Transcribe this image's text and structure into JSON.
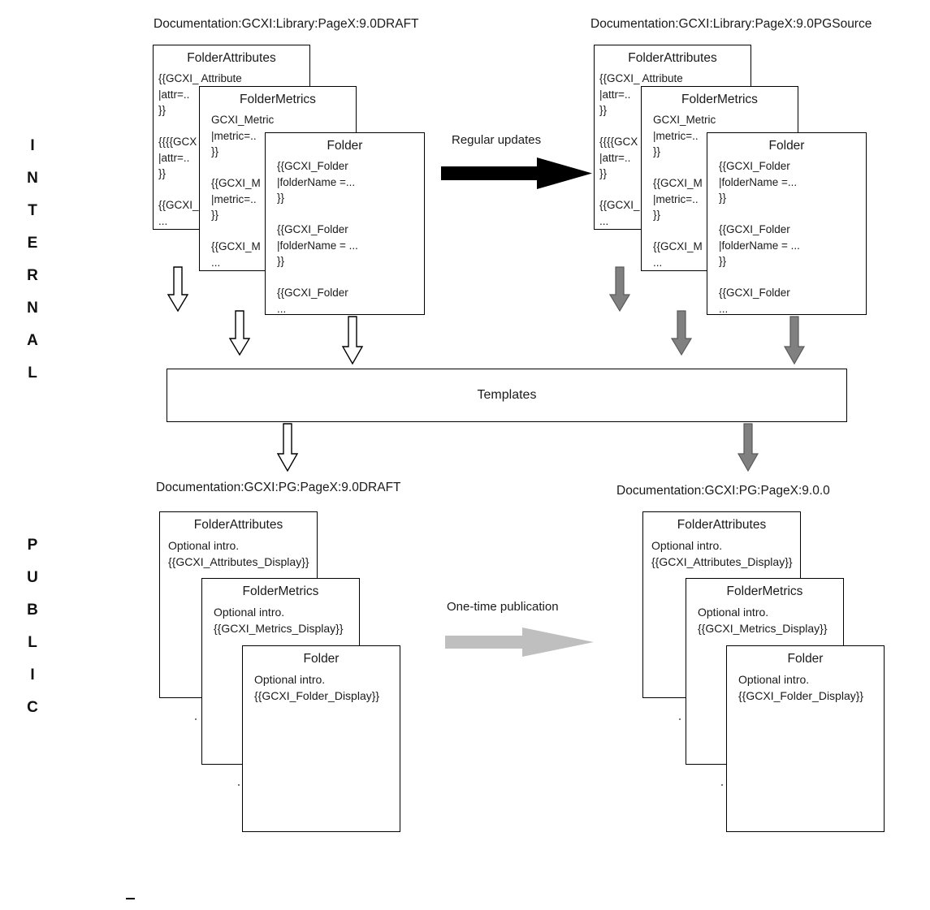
{
  "rails": [
    {
      "name": "internal",
      "letters": [
        "I",
        "N",
        "T",
        "E",
        "R",
        "N",
        "A",
        "L"
      ]
    },
    {
      "name": "public",
      "letters": [
        "P",
        "U",
        "B",
        "L",
        "I",
        "C"
      ]
    }
  ],
  "groups": {
    "top_left": {
      "caption": "Documentation:GCXI:Library:PageX:9.0DRAFT",
      "cards": [
        {
          "title": "FolderAttributes",
          "body": "{{GCXI_ Attribute\n|attr=..\n}}\n\n{{{{GCX\n|attr=..\n}}\n\n{{GCXI_\n..."
        },
        {
          "title": "FolderMetrics",
          "body": "GCXI_Metric\n|metric=..\n}}\n\n{{GCXI_M\n|metric=..\n}}\n\n{{GCXI_M\n..."
        },
        {
          "title": "Folder",
          "body": "{{GCXI_Folder\n|folderName =...\n}}\n\n{{GCXI_Folder\n|folderName = ...\n}}\n\n{{GCXI_Folder\n..."
        }
      ]
    },
    "top_right": {
      "caption": "Documentation:GCXI:Library:PageX:9.0PGSource",
      "cards": [
        {
          "title": "FolderAttributes",
          "body": "{{GCXI_ Attribute\n|attr=..\n}}\n\n{{{{GCX\n|attr=..\n}}\n\n{{GCXI_\n..."
        },
        {
          "title": "FolderMetrics",
          "body": "GCXI_Metric\n|metric=..\n}}\n\n{{GCXI_M\n|metric=..\n}}\n\n{{GCXI_M\n..."
        },
        {
          "title": "Folder",
          "body": "{{GCXI_Folder\n|folderName =...\n}}\n\n{{GCXI_Folder\n|folderName = ...\n}}\n\n{{GCXI_Folder\n..."
        }
      ]
    },
    "bottom_left": {
      "caption": "Documentation:GCXI:PG:PageX:9.0DRAFT",
      "cards": [
        {
          "title": "FolderAttributes",
          "body": "Optional intro.\n{{GCXI_Attributes_Display}}"
        },
        {
          "title": "FolderMetrics",
          "body": "Optional intro.\n{{GCXI_Metrics_Display}}"
        },
        {
          "title": "Folder",
          "body": "Optional intro.\n{{GCXI_Folder_Display}}"
        }
      ]
    },
    "bottom_right": {
      "caption": "Documentation:GCXI:PG:PageX:9.0.0",
      "cards": [
        {
          "title": "FolderAttributes",
          "body": "Optional intro.\n{{GCXI_Attributes_Display}}"
        },
        {
          "title": "FolderMetrics",
          "body": "Optional intro.\n{{GCXI_Metrics_Display}}"
        },
        {
          "title": "Folder",
          "body": "Optional intro.\n{{GCXI_Folder_Display}}"
        }
      ]
    }
  },
  "templates_bar": {
    "label": "Templates"
  },
  "flow_arrows": {
    "regular_updates": {
      "label": "Regular updates",
      "color": "#000000"
    },
    "one_time_publication": {
      "label": "One-time publication",
      "color": "#BFBFBF"
    }
  },
  "colors": {
    "hollow_arrow_stroke": "#000000",
    "hollow_arrow_fill": "#FFFFFF",
    "gray_arrow_fill": "#808080",
    "gray_arrow_stroke": "#595959",
    "box_border": "#000000",
    "text": "#1A1A1A",
    "background": "#FFFFFF"
  }
}
